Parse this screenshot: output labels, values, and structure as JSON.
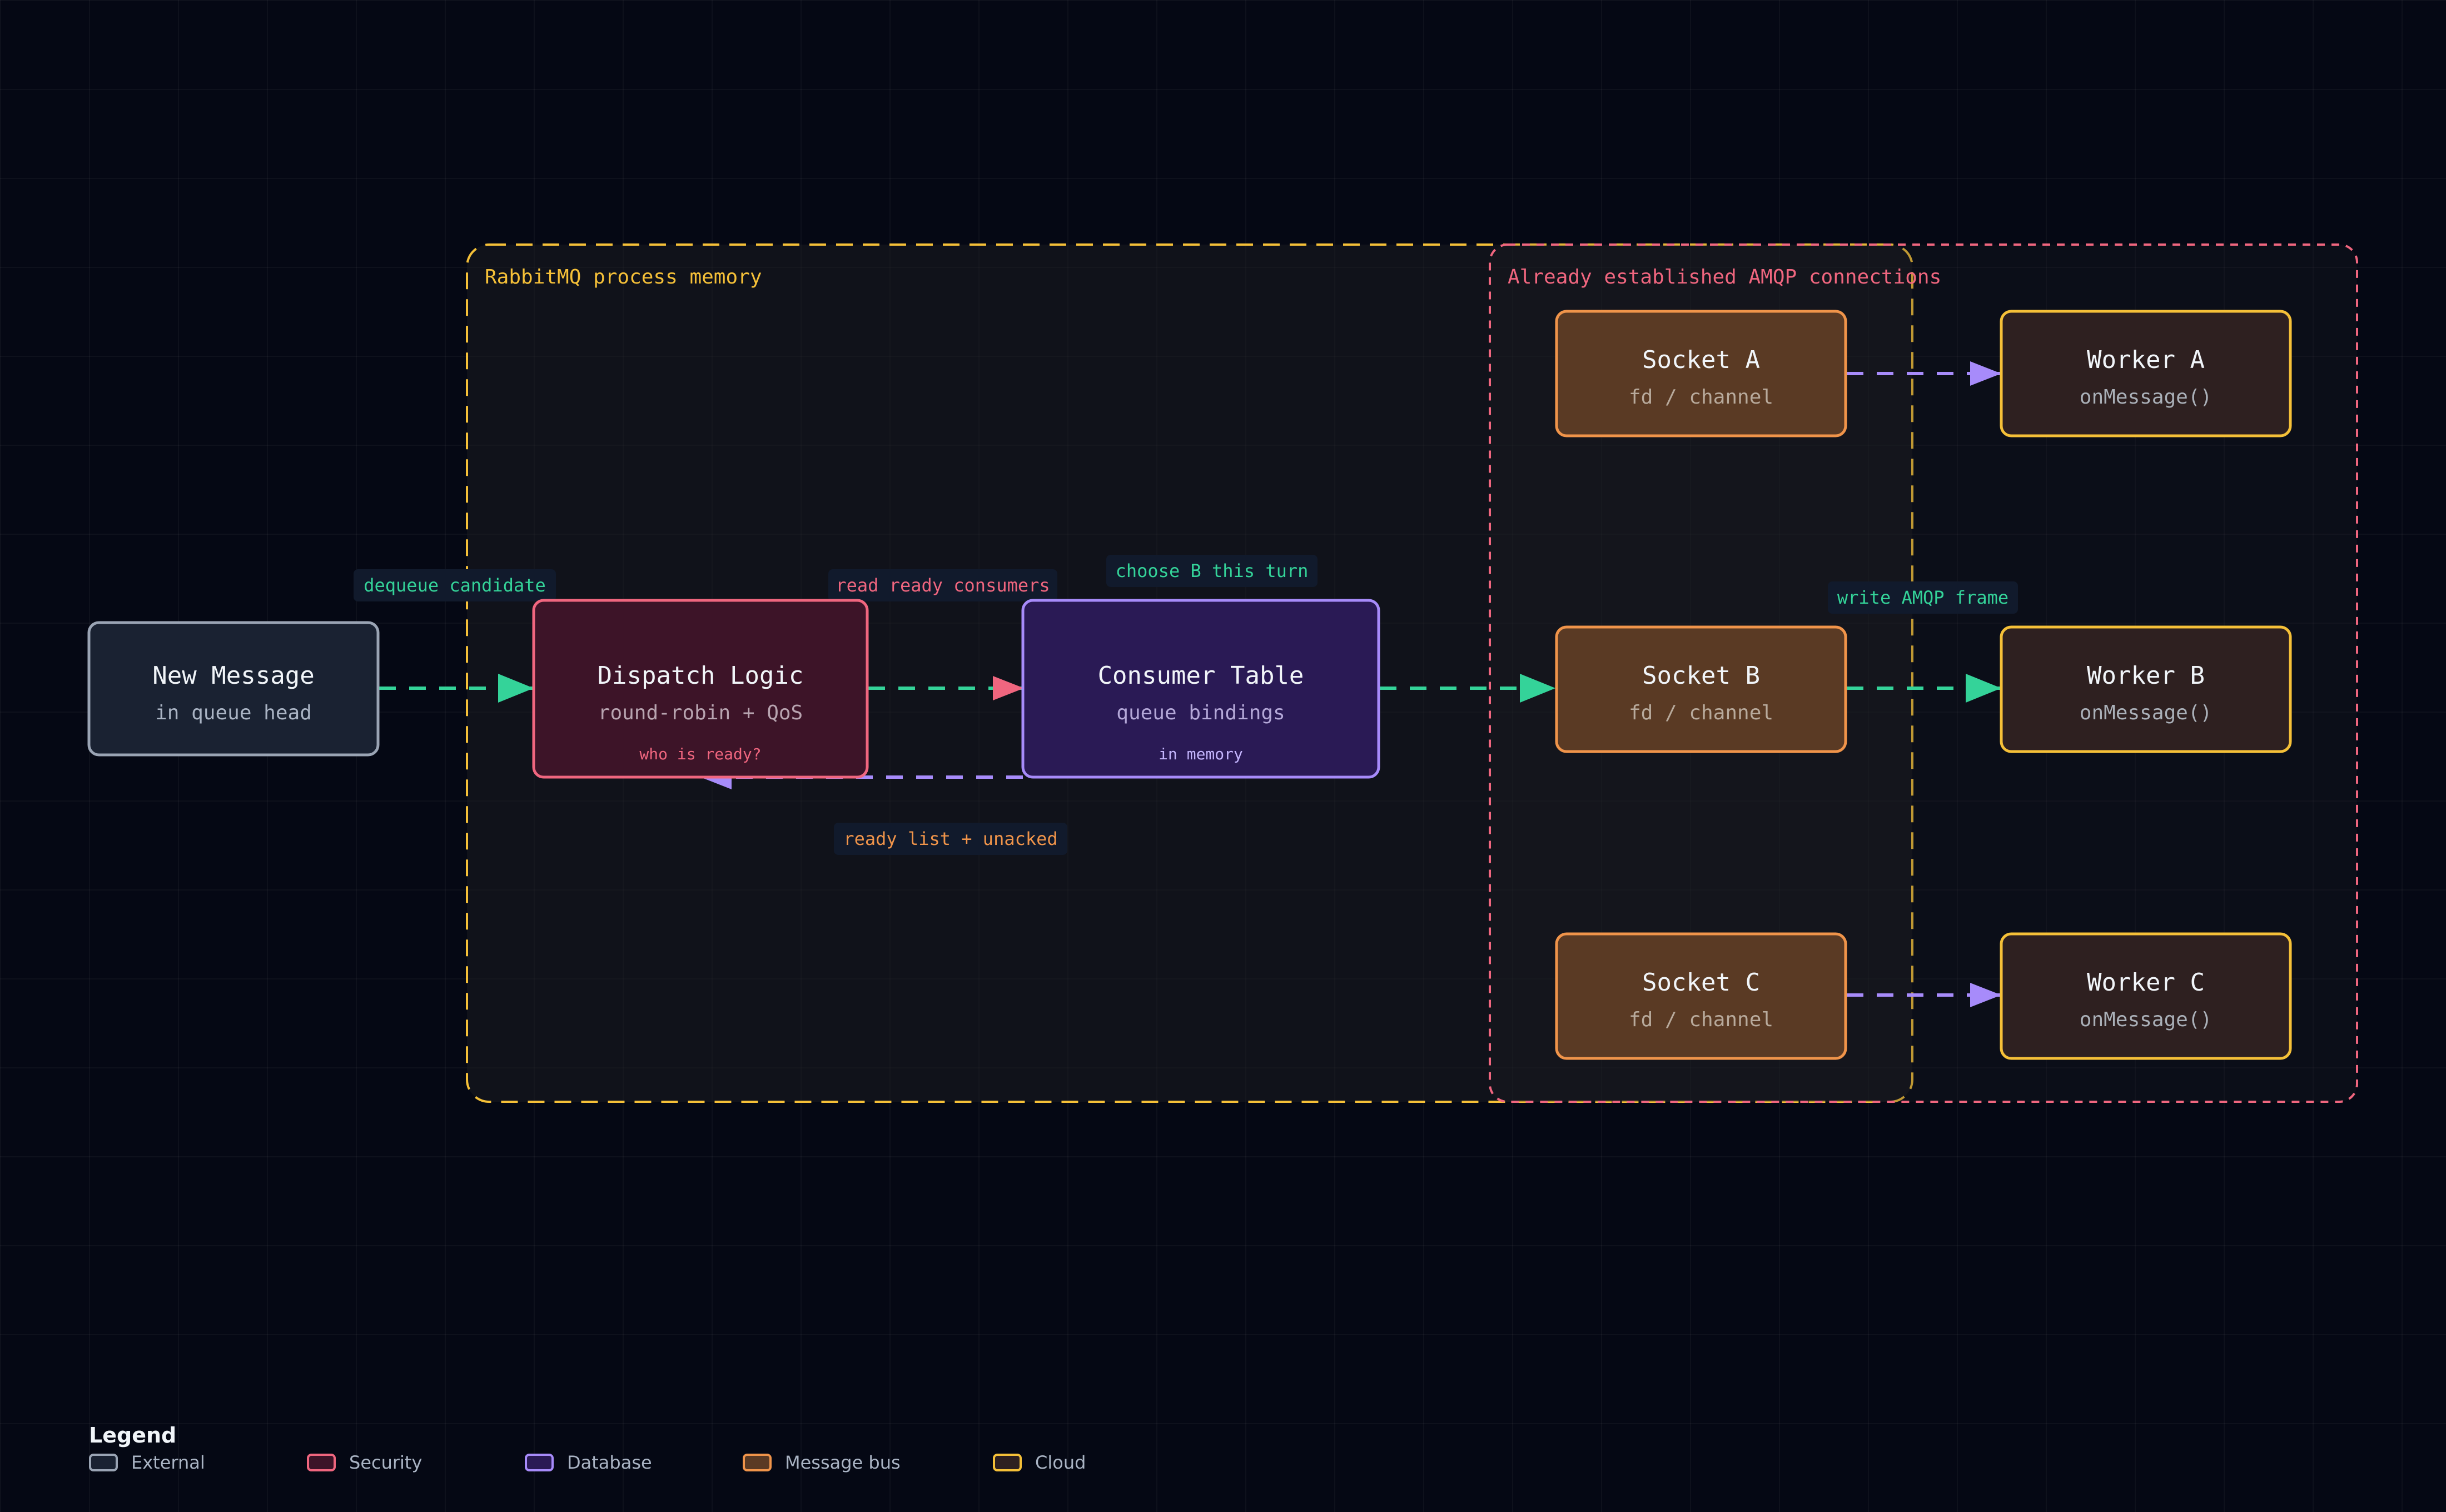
{
  "groups": {
    "rabbitmq": "RabbitMQ process memory",
    "amqp": "Already established AMQP connections"
  },
  "nodes": {
    "new_message": {
      "title": "New Message",
      "subtitle": "in queue head"
    },
    "dispatch": {
      "title": "Dispatch Logic",
      "subtitle": "round-robin + QoS",
      "tag": "who is ready?"
    },
    "consumer_table": {
      "title": "Consumer Table",
      "subtitle": "queue bindings",
      "tag": "in memory"
    },
    "socket_a": {
      "title": "Socket A",
      "subtitle": "fd / channel"
    },
    "socket_b": {
      "title": "Socket B",
      "subtitle": "fd / channel"
    },
    "socket_c": {
      "title": "Socket C",
      "subtitle": "fd / channel"
    },
    "worker_a": {
      "title": "Worker A",
      "subtitle": "onMessage()"
    },
    "worker_b": {
      "title": "Worker B",
      "subtitle": "onMessage()"
    },
    "worker_c": {
      "title": "Worker C",
      "subtitle": "onMessage()"
    }
  },
  "edges": {
    "dequeue": "dequeue candidate",
    "read_ready": "read ready consumers",
    "choose_b": "choose B this turn",
    "ready_list": "ready list + unacked",
    "write_frame": "write AMQP frame"
  },
  "legend": {
    "title": "Legend",
    "items": [
      {
        "label": "External",
        "color": "#9aa4b4",
        "fill": "#1a2232"
      },
      {
        "label": "Security",
        "color": "#f0667f",
        "fill": "#3d1428"
      },
      {
        "label": "Database",
        "color": "#a78bfa",
        "fill": "#2a1a55"
      },
      {
        "label": "Message bus",
        "color": "#f0944a",
        "fill": "#5a3a24"
      },
      {
        "label": "Cloud",
        "color": "#f5c038",
        "fill": "#2e2020"
      }
    ]
  },
  "colors": {
    "edge_primary": "#34d399",
    "edge_secondary": "#a78bfa",
    "edge_label_bg": "#111a2c"
  }
}
